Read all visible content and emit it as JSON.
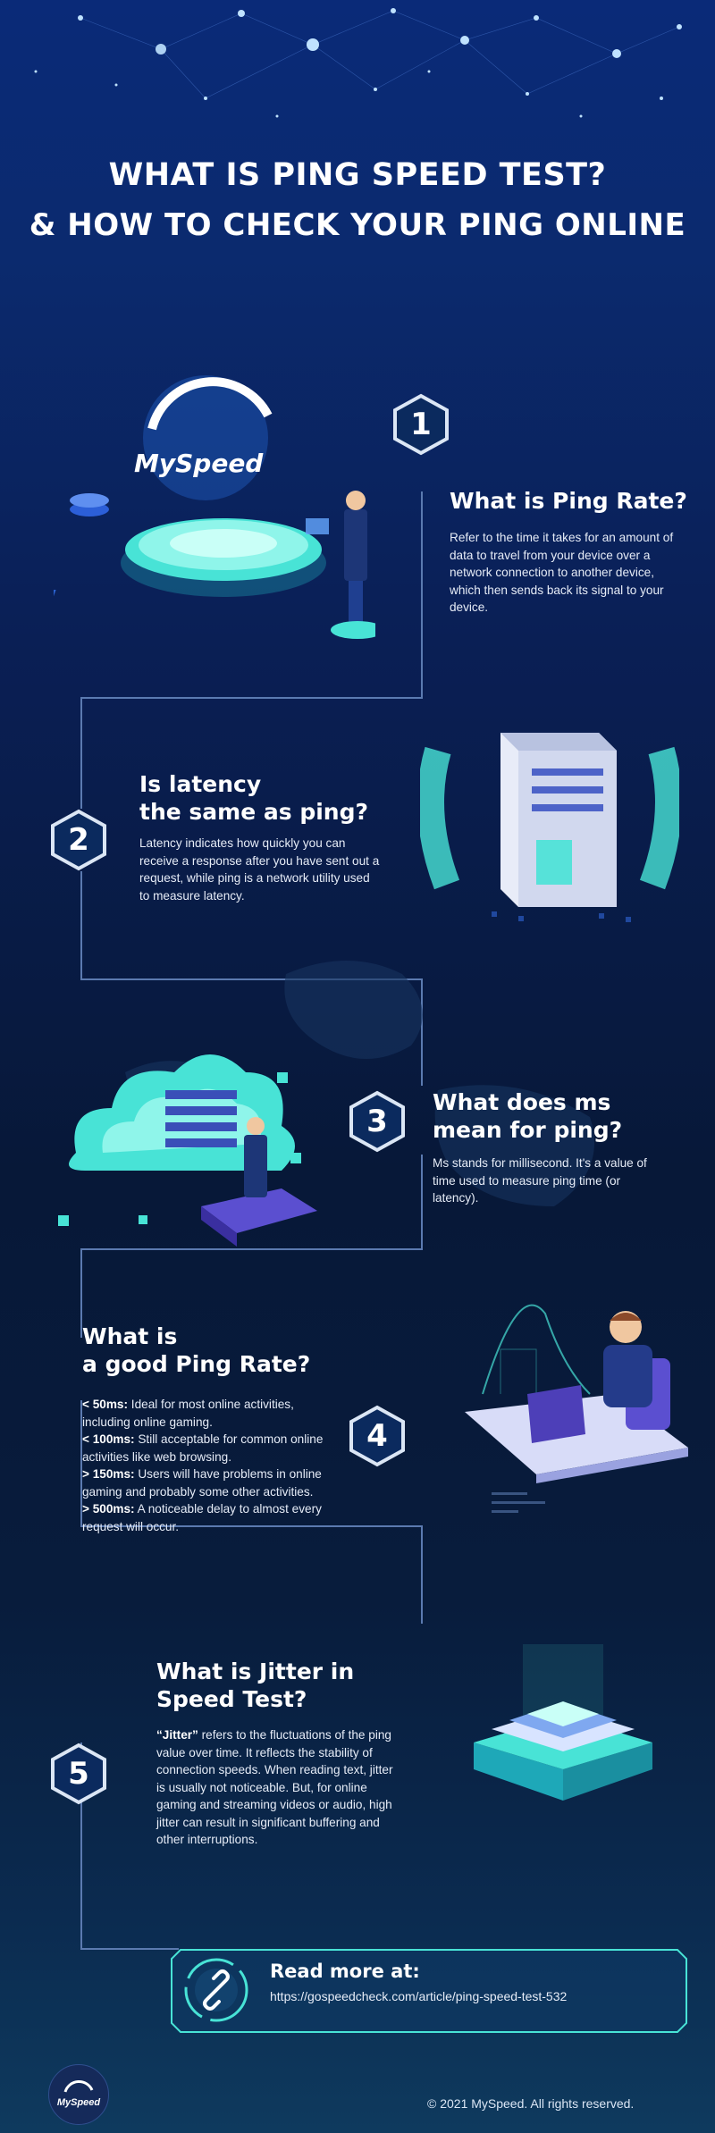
{
  "header": {
    "title_line1": "WHAT IS PING SPEED TEST?",
    "title_line2": "& HOW TO CHECK YOUR PING ONLINE"
  },
  "brand": {
    "logo_text": "MySpeed"
  },
  "sections": [
    {
      "number": "1",
      "title_lines": [
        "What is Ping Rate?"
      ],
      "body": "Refer to the time it takes for an amount of data to travel from your device over a network connection to another device, which then sends back its signal to your device."
    },
    {
      "number": "2",
      "title_lines": [
        "Is latency",
        "the same as ping?"
      ],
      "body": "Latency indicates how quickly you can receive a response after you have sent out a request, while ping is a network utility used to measure latency."
    },
    {
      "number": "3",
      "title_lines": [
        "What does ms",
        "mean for ping?"
      ],
      "body": "Ms stands for millisecond. It's a value of time used to measure ping time (or latency)."
    },
    {
      "number": "4",
      "title_lines": [
        "What is",
        "a good Ping Rate?"
      ],
      "items": [
        {
          "label": "< 50ms:",
          "text": " Ideal for most online activities, including online gaming."
        },
        {
          "label": "< 100ms:",
          "text": " Still acceptable for common online activities like web browsing."
        },
        {
          "label": "> 150ms:",
          "text": " Users will have problems in online gaming and probably some other activities."
        },
        {
          "label": "> 500ms:",
          "text": " A noticeable delay to almost every request will occur."
        }
      ]
    },
    {
      "number": "5",
      "title_lines": [
        "What is Jitter in",
        "Speed Test?"
      ],
      "lead_bold": "“Jitter”",
      "body": " refers to the fluctuations of the ping value over time. It reflects the stability of connection speeds. When reading text, jitter is usually not noticeable. But, for online gaming and streaming videos or audio, high jitter can result in significant buffering and other interruptions."
    }
  ],
  "read_more": {
    "label": "Read more at:",
    "url": "https://gospeedcheck.com/article/ping-speed-test-532",
    "icon": "link-icon"
  },
  "footer": {
    "copyright": "© 2021 MySpeed. All rights reserved.",
    "logo_text": "MySpeed"
  },
  "colors": {
    "accent": "#39d3c5",
    "hex_border": "#dbe6f5",
    "background": "#0a1f55"
  }
}
